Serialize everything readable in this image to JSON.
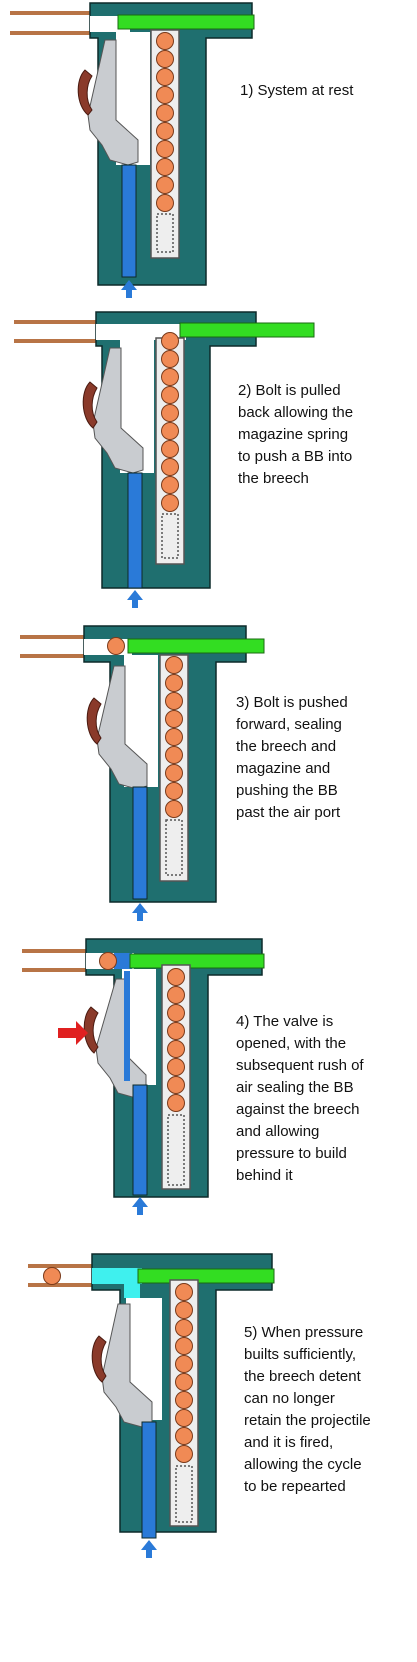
{
  "colors": {
    "body": "#1f6f6f",
    "outline": "#0d2a2a",
    "bolt": "#33dd22",
    "air_tube": "#2a7ad8",
    "air_arrow": "#2a7ad8",
    "barrel": "#b87446",
    "bb": "#f08a55",
    "bb_outline": "#7a3a1a",
    "pressure": "#3ff0ee",
    "trigger": "#8a3a2a",
    "valve": "#c9ccd0",
    "spring": "#555555",
    "magazine": "#eeeeee",
    "indicator_arrow": "#e02020"
  },
  "stages": [
    {
      "label_lines": [
        "1) System at rest"
      ],
      "icons": [
        "bolt-forward",
        "up-arrow-icon"
      ]
    },
    {
      "label_lines": [
        "2) Bolt is pulled",
        "back allowing the",
        "magazine spring",
        "to push a BB into",
        "the breech"
      ],
      "icons": [
        "bolt-retracted",
        "up-arrow-icon"
      ]
    },
    {
      "label_lines": [
        "3) Bolt is pushed",
        "forward, sealing",
        "the breech and",
        "magazine and",
        "pushing the BB",
        "past the air port"
      ],
      "icons": [
        "bolt-forward",
        "up-arrow-icon"
      ]
    },
    {
      "label_lines": [
        "4) The valve is",
        "opened, with the",
        "subsequent rush of",
        "air sealing the BB",
        "against the breech",
        "and allowing",
        "pressure to build",
        "behind it"
      ],
      "icons": [
        "bolt-forward",
        "right-arrow-icon",
        "up-arrow-icon"
      ]
    },
    {
      "label_lines": [
        "5) When pressure",
        "builts sufficiently,",
        "the breech detent",
        "can no longer",
        "retain the projectile",
        "and it is fired,",
        "allowing the cycle",
        "to be repearted"
      ],
      "icons": [
        "bolt-forward",
        "up-arrow-icon"
      ]
    }
  ]
}
